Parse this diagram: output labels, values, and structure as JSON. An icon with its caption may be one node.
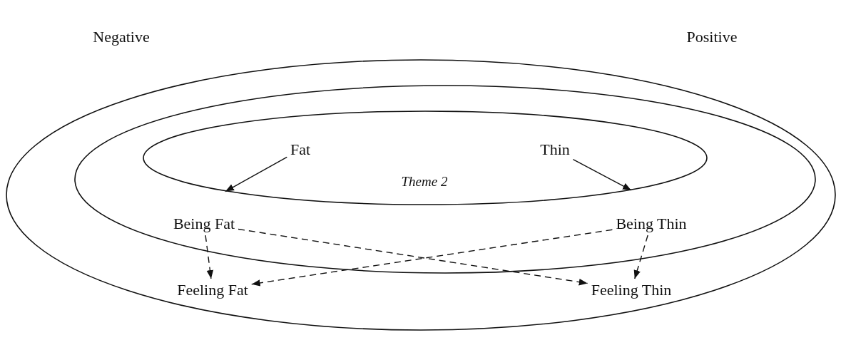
{
  "diagram": {
    "nodes": [
      {
        "text": [],
        "shape": "ellipse"
      },
      {
        "text": [],
        "shape": "ellipse",
        "in": 0
      },
      {
        "text": [
          "Theme 2"
        ],
        "in": 1
      },
      {
        "text": [
          "Fat"
        ],
        "in": 2
      },
      {
        "text": [
          "Thin"
        ],
        "in": 2
      },
      {
        "text": [
          "Being Fat"
        ],
        "in": 1
      },
      {
        "text": [
          "Being Thin"
        ],
        "in": 1
      },
      {
        "text": [
          "Feeling Fat"
        ],
        "in": 0
      },
      {
        "text": [
          "Feeling Thin"
        ],
        "in": 0
      }
    ],
    "edges": [
      {
        "from": 3,
        "to": 2,
        "arrow": "to"
      },
      {
        "from": 4,
        "to": 2,
        "arrow": "to"
      },
      {
        "from": 5,
        "to": 7,
        "arrow": "to",
        "style": "dashed"
      },
      {
        "from": 5,
        "to": 8,
        "arrow": "to",
        "style": "dashed"
      },
      {
        "from": 6,
        "to": 7,
        "arrow": "to",
        "style": "dashed"
      },
      {
        "from": 6,
        "to": 8,
        "arrow": "to",
        "style": "dashed"
      }
    ],
    "labels": [
      "Negative",
      "Positive"
    ]
  }
}
